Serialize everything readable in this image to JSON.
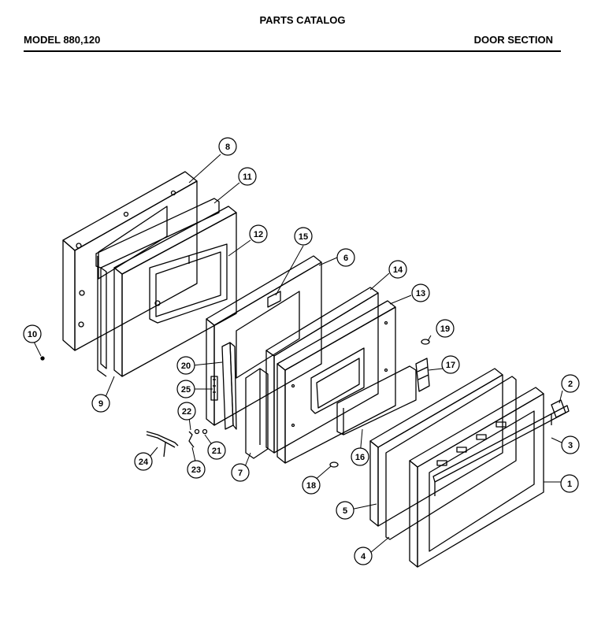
{
  "header": {
    "title": "PARTS CATALOG",
    "model": "MODEL 880,120",
    "section": "DOOR SECTION"
  },
  "callouts": [
    "1",
    "2",
    "3",
    "4",
    "5",
    "6",
    "7",
    "8",
    "9",
    "10",
    "11",
    "12",
    "13",
    "14",
    "15",
    "16",
    "17",
    "18",
    "19",
    "20",
    "21",
    "22",
    "23",
    "24",
    "25"
  ]
}
